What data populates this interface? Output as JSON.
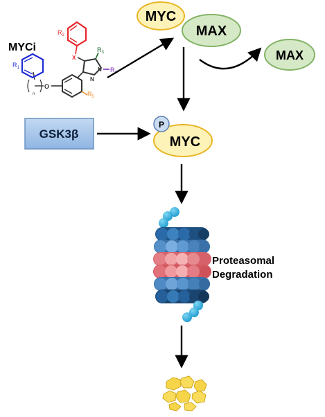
{
  "molecule": {
    "name": "MYCi",
    "r1": "R",
    "r1_sub": "1",
    "r2": "R",
    "r2_sub": "2",
    "r3": "R",
    "r3_sub": "3",
    "r4": "R",
    "r4_sub": "4",
    "r5": "R",
    "r5_sub": "5",
    "linker_x": "X",
    "nitrogen": "N",
    "oxygen": "O",
    "n_subscript": "n"
  },
  "complex": {
    "myc": "MYC",
    "max": "MAX"
  },
  "released": {
    "max": "MAX"
  },
  "kinase": {
    "label": "GSK3β"
  },
  "phospho": {
    "p": "P",
    "myc": "MYC"
  },
  "proteasome": {
    "line1": "Proteasomal",
    "line2": "Degradation"
  },
  "colors": {
    "myc_fill": "#fdf2b8",
    "myc_stroke": "#e9b627",
    "max_fill": "#d6e9c6",
    "max_stroke": "#82b366",
    "gsk_fill": "#a8c8ec",
    "gsk_stroke": "#6c93c2",
    "ring_blue": "#1f2bd6",
    "ring_red": "#e8242a",
    "r3_green": "#1e6b2d",
    "r4_purple": "#7d2cb4",
    "r5_orange": "#ee8b2a",
    "fragment": "#f7d54a"
  }
}
